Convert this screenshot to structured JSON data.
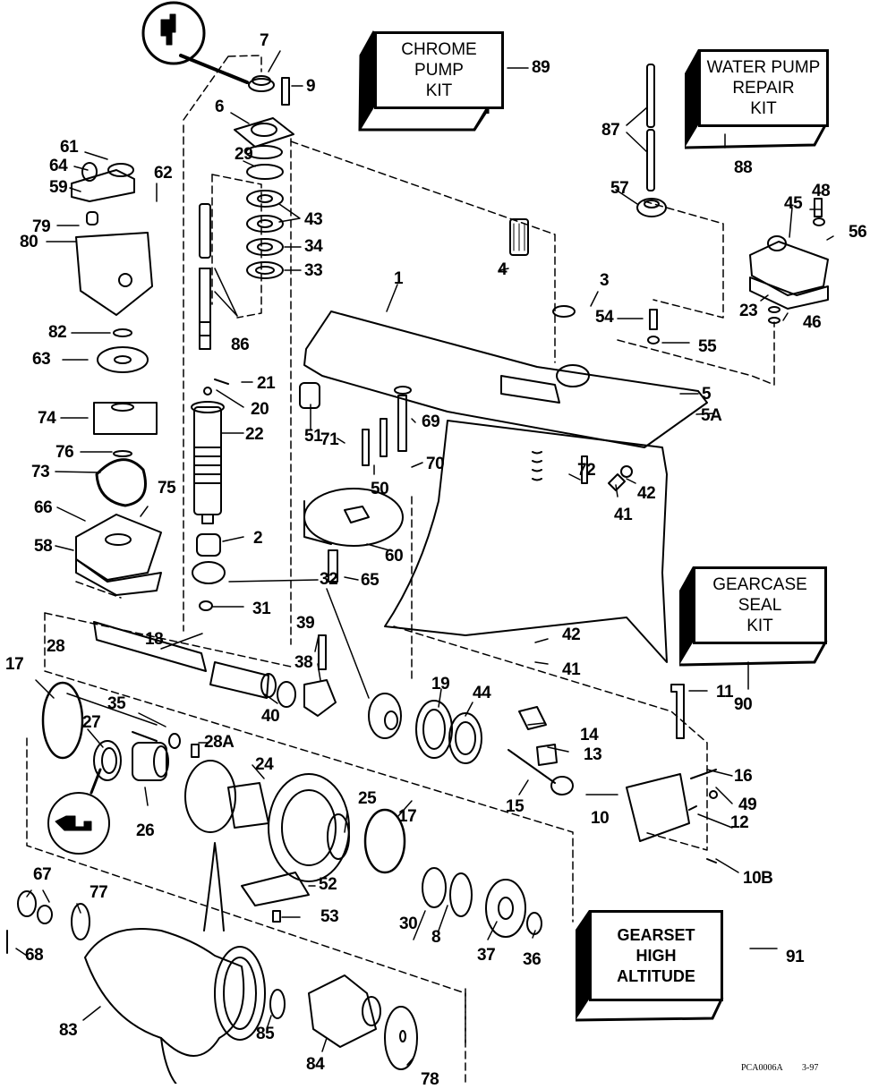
{
  "diagram": {
    "title": "Gearcase exploded parts diagram",
    "footer_code": "PCA0006A",
    "footer_date": "3-97"
  },
  "kits": [
    {
      "id": "89",
      "lines": [
        "CHROME",
        "PUMP",
        "KIT"
      ],
      "callout": "89"
    },
    {
      "id": "88",
      "lines": [
        "WATER PUMP",
        "REPAIR",
        "KIT"
      ],
      "callout": "88"
    },
    {
      "id": "90",
      "lines": [
        "GEARCASE",
        "SEAL",
        "KIT"
      ],
      "callout": "90"
    },
    {
      "id": "91",
      "lines": [
        "GEARSET",
        "HIGH",
        "ALTITUDE"
      ],
      "callout": "91"
    }
  ],
  "callouts": [
    {
      "label": "7"
    },
    {
      "label": "9"
    },
    {
      "label": "6"
    },
    {
      "label": "29"
    },
    {
      "label": "43"
    },
    {
      "label": "34"
    },
    {
      "label": "33"
    },
    {
      "label": "86"
    },
    {
      "label": "61"
    },
    {
      "label": "64"
    },
    {
      "label": "59"
    },
    {
      "label": "62"
    },
    {
      "label": "79"
    },
    {
      "label": "80"
    },
    {
      "label": "82"
    },
    {
      "label": "63"
    },
    {
      "label": "74"
    },
    {
      "label": "76"
    },
    {
      "label": "73"
    },
    {
      "label": "75"
    },
    {
      "label": "66"
    },
    {
      "label": "58"
    },
    {
      "label": "21"
    },
    {
      "label": "20"
    },
    {
      "label": "22"
    },
    {
      "label": "2"
    },
    {
      "label": "32"
    },
    {
      "label": "31"
    },
    {
      "label": "1"
    },
    {
      "label": "4"
    },
    {
      "label": "3"
    },
    {
      "label": "87"
    },
    {
      "label": "57"
    },
    {
      "label": "48"
    },
    {
      "label": "45"
    },
    {
      "label": "56"
    },
    {
      "label": "23"
    },
    {
      "label": "46"
    },
    {
      "label": "54"
    },
    {
      "label": "55"
    },
    {
      "label": "5"
    },
    {
      "label": "5A"
    },
    {
      "label": "51"
    },
    {
      "label": "71"
    },
    {
      "label": "69"
    },
    {
      "label": "50"
    },
    {
      "label": "70"
    },
    {
      "label": "72"
    },
    {
      "label": "42"
    },
    {
      "label": "41"
    },
    {
      "label": "60"
    },
    {
      "label": "65"
    },
    {
      "label": "39"
    },
    {
      "label": "38"
    },
    {
      "label": "18"
    },
    {
      "label": "40"
    },
    {
      "label": "19"
    },
    {
      "label": "44"
    },
    {
      "label": "42"
    },
    {
      "label": "41"
    },
    {
      "label": "11"
    },
    {
      "label": "17"
    },
    {
      "label": "28"
    },
    {
      "label": "35"
    },
    {
      "label": "27"
    },
    {
      "label": "28A"
    },
    {
      "label": "24"
    },
    {
      "label": "14"
    },
    {
      "label": "13"
    },
    {
      "label": "16"
    },
    {
      "label": "26"
    },
    {
      "label": "25"
    },
    {
      "label": "17"
    },
    {
      "label": "15"
    },
    {
      "label": "10"
    },
    {
      "label": "49"
    },
    {
      "label": "12"
    },
    {
      "label": "52"
    },
    {
      "label": "10B"
    },
    {
      "label": "67"
    },
    {
      "label": "77"
    },
    {
      "label": "53"
    },
    {
      "label": "30"
    },
    {
      "label": "8"
    },
    {
      "label": "37"
    },
    {
      "label": "36"
    },
    {
      "label": "68"
    },
    {
      "label": "83"
    },
    {
      "label": "85"
    },
    {
      "label": "84"
    },
    {
      "label": "78"
    }
  ]
}
